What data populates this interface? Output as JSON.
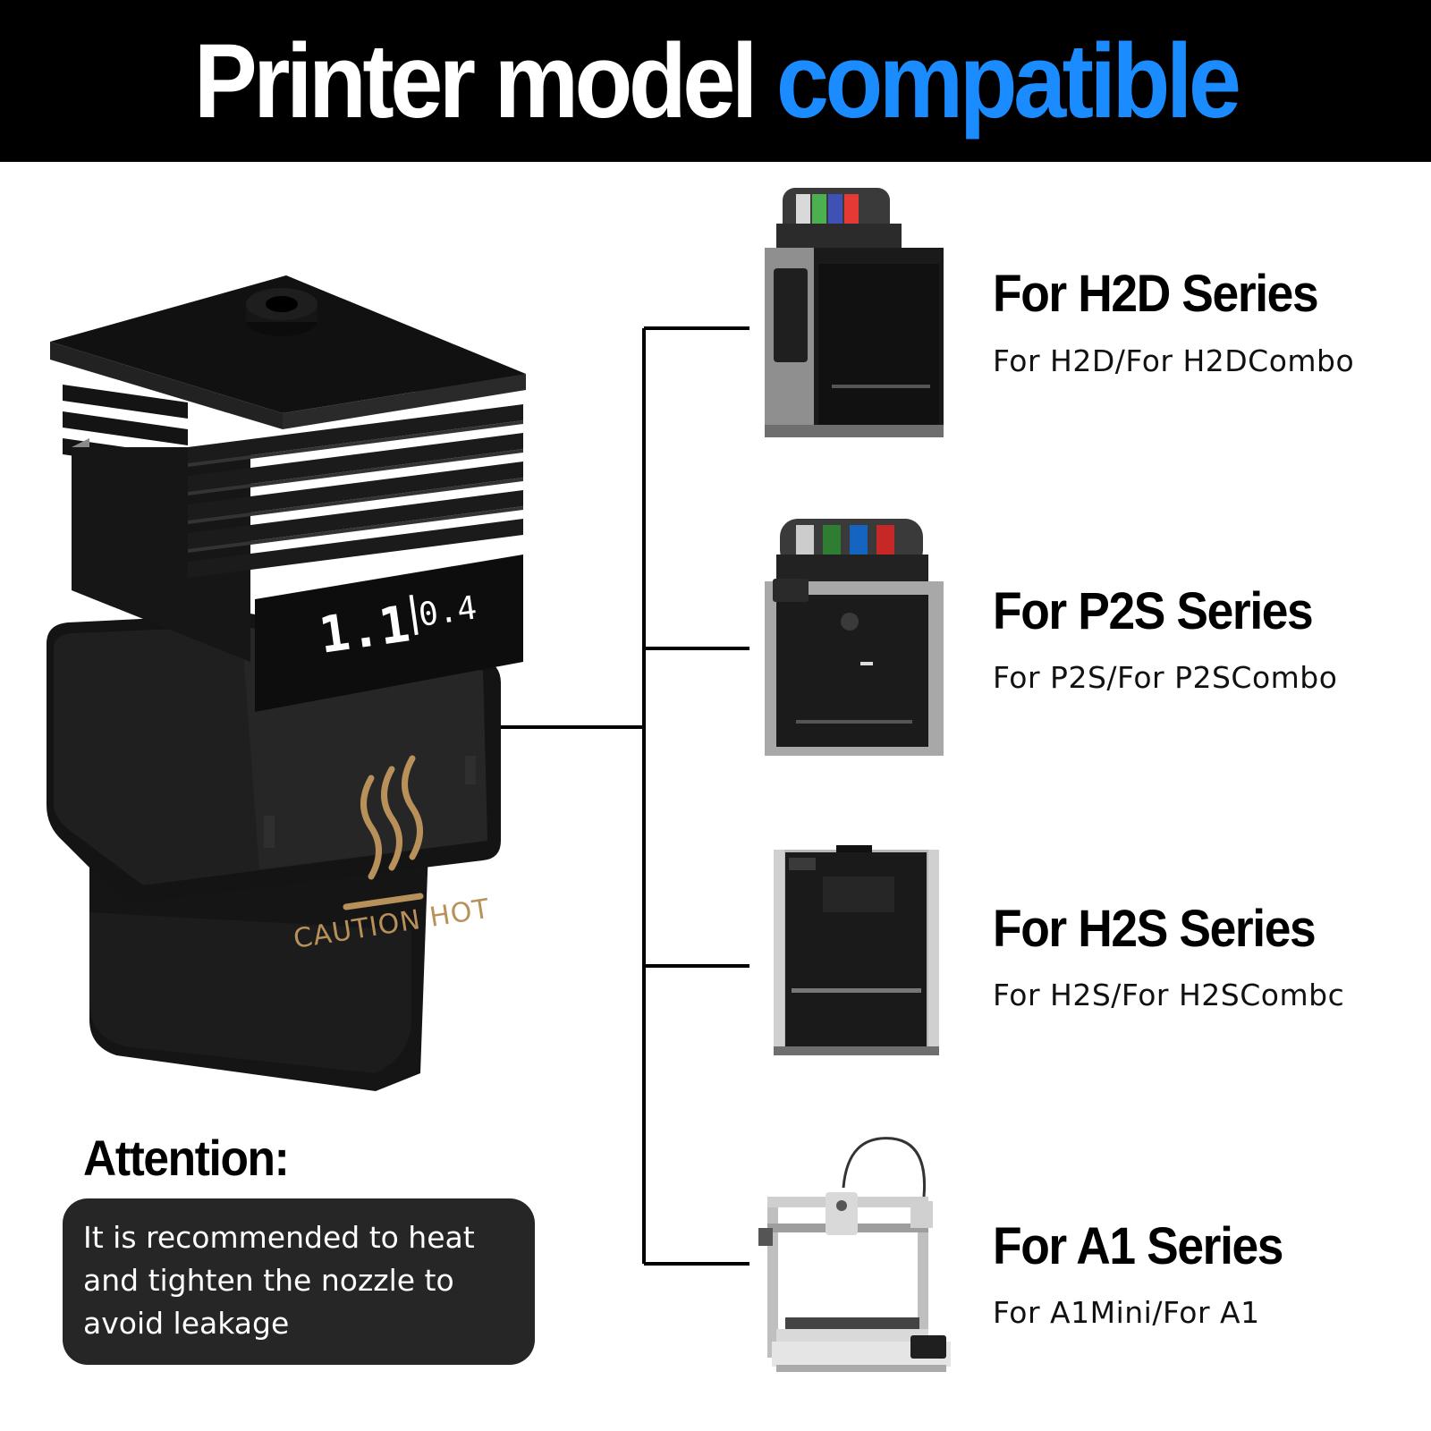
{
  "header": {
    "title_main": "Printer model ",
    "title_accent": "compatible",
    "accent_color": "#1a8cff"
  },
  "product": {
    "size_label_1": "1.1",
    "size_label_2": "0.4",
    "warning_label": "CAUTION HOT",
    "warning_color": "#b8915a"
  },
  "series": [
    {
      "title": "For H2D Series",
      "subtitle": "For H2D/For H2DCombo"
    },
    {
      "title": "For P2S Series",
      "subtitle": "For P2S/For P2SCombo"
    },
    {
      "title": "For H2S Series",
      "subtitle": "For H2S/For H2SCombc"
    },
    {
      "title": "For A1 Series",
      "subtitle": "For A1Mini/For A1"
    }
  ],
  "attention": {
    "title": "Attention:",
    "text": "It is recommended to heat and tighten the nozzle to avoid leakage"
  }
}
